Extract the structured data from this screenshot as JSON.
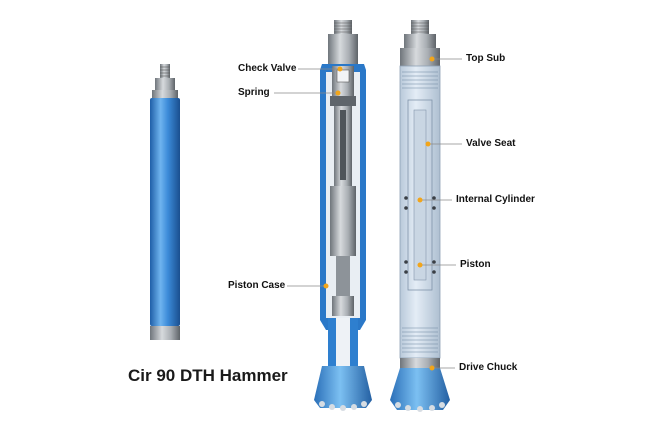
{
  "title": "Cir 90 DTH Hammer",
  "colors": {
    "accent_blue": "#2f7fd0",
    "dark_blue": "#1f5f9f",
    "steel": "#9aa0a6",
    "leader": "#8a8a8a",
    "marker": "#f2a51a"
  },
  "labels": {
    "check_valve": "Check Valve",
    "spring": "Spring",
    "piston_case": "Piston Case",
    "top_sub": "Top Sub",
    "valve_seat": "Valve Seat",
    "internal_cylinder": "Internal Cylinder",
    "piston": "Piston",
    "drive_chuck": "Drive Chuck"
  }
}
